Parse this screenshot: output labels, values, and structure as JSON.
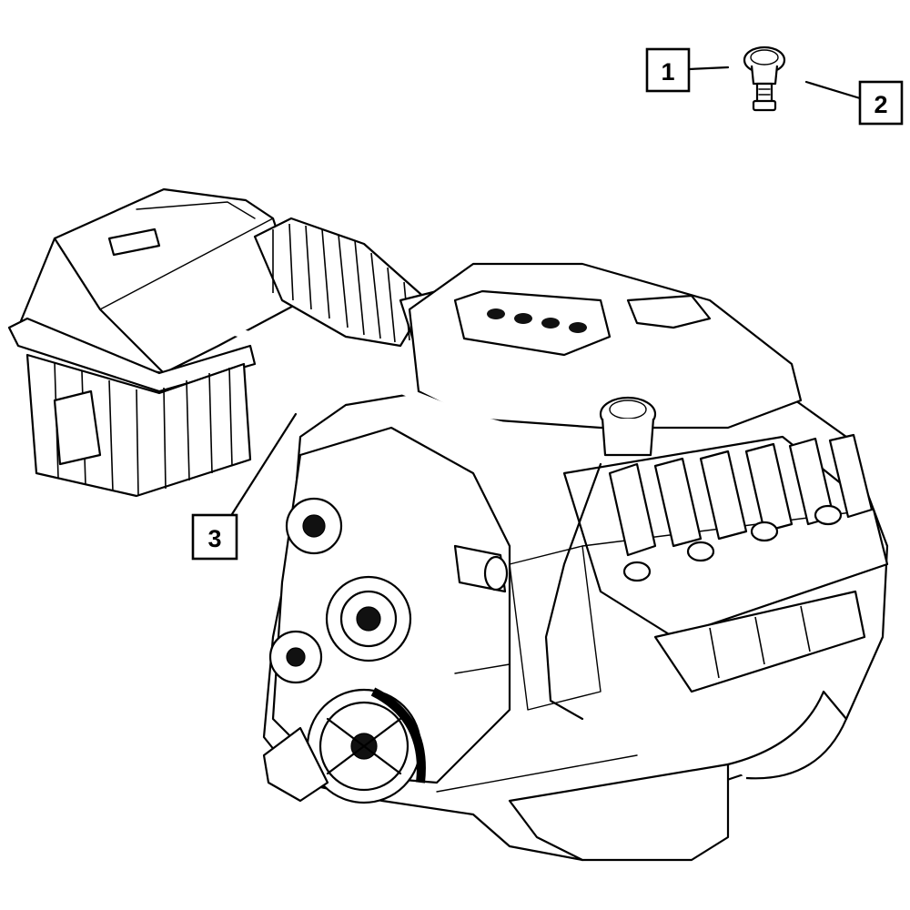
{
  "callouts": [
    {
      "id": "callout-1",
      "number": "1"
    },
    {
      "id": "callout-2",
      "number": "2"
    },
    {
      "id": "callout-3",
      "number": "3"
    }
  ]
}
